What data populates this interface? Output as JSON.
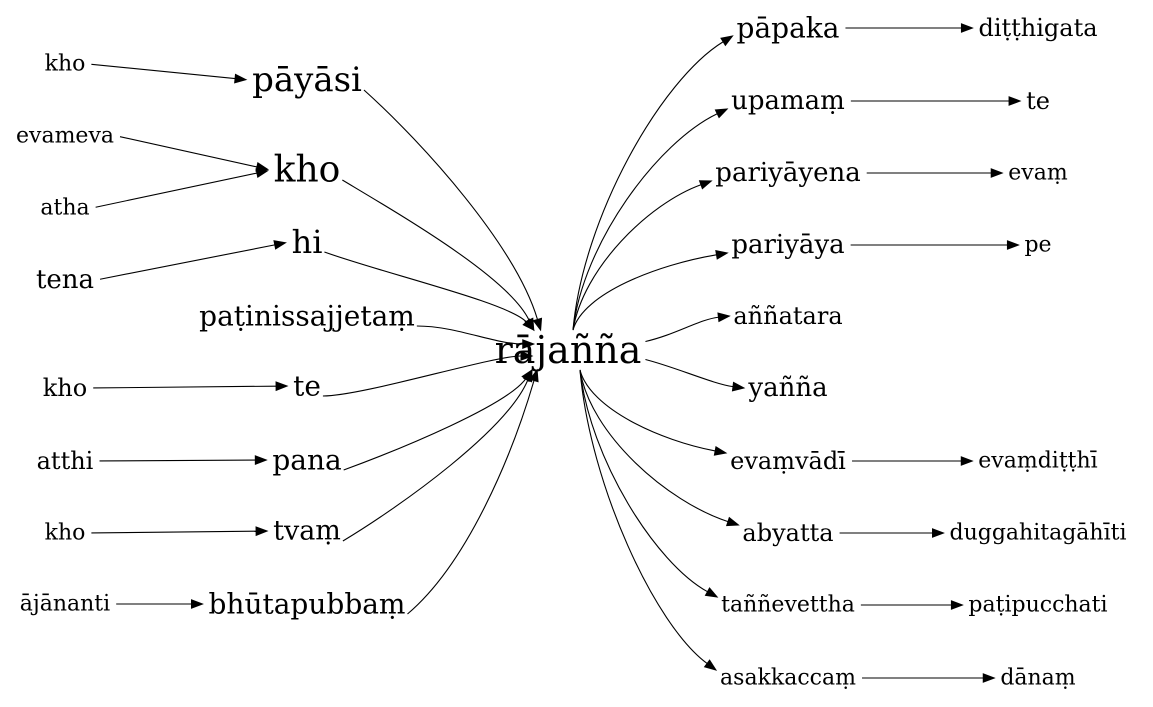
{
  "center": "rājañña",
  "incoming": [
    {
      "id": "payasi",
      "label": "pāyāsi"
    },
    {
      "id": "kho_big",
      "label": "kho"
    },
    {
      "id": "hi",
      "label": "hi"
    },
    {
      "id": "patinissajjetam",
      "label": "paṭinissajjetaṃ"
    },
    {
      "id": "te_left",
      "label": "te"
    },
    {
      "id": "pana",
      "label": "pana"
    },
    {
      "id": "tvam",
      "label": "tvaṃ"
    },
    {
      "id": "bhutapubbam",
      "label": "bhūtapubbaṃ"
    }
  ],
  "incoming_sources": [
    {
      "id": "kho1",
      "label": "kho",
      "target": "payasi"
    },
    {
      "id": "evameva",
      "label": "evameva",
      "target": "kho_big"
    },
    {
      "id": "atha",
      "label": "atha",
      "target": "kho_big"
    },
    {
      "id": "tena",
      "label": "tena",
      "target": "hi"
    },
    {
      "id": "kho2",
      "label": "kho",
      "target": "te_left"
    },
    {
      "id": "atthi",
      "label": "atthi",
      "target": "pana"
    },
    {
      "id": "kho3",
      "label": "kho",
      "target": "tvam"
    },
    {
      "id": "ajananti",
      "label": "ājānanti",
      "target": "bhutapubbam"
    }
  ],
  "outgoing": [
    {
      "id": "papaka",
      "label": "pāpaka"
    },
    {
      "id": "upamam",
      "label": "upamaṃ"
    },
    {
      "id": "pariyayena",
      "label": "pariyāyena"
    },
    {
      "id": "pariyaya",
      "label": "pariyāya"
    },
    {
      "id": "annatara",
      "label": "aññatara"
    },
    {
      "id": "yanna",
      "label": "yañña"
    },
    {
      "id": "evamvadi",
      "label": "evaṃvādī"
    },
    {
      "id": "abyatta",
      "label": "abyatta"
    },
    {
      "id": "tannevettha",
      "label": "taññevettha"
    },
    {
      "id": "asakkaccam",
      "label": "asakkaccaṃ"
    }
  ],
  "outgoing_targets": [
    {
      "id": "ditthigata",
      "label": "diṭṭhigata",
      "source": "papaka"
    },
    {
      "id": "te_right",
      "label": "te",
      "source": "upamam"
    },
    {
      "id": "evam",
      "label": "evaṃ",
      "source": "pariyayena"
    },
    {
      "id": "pe",
      "label": "pe",
      "source": "pariyaya"
    },
    {
      "id": "evamditthi",
      "label": "evaṃdiṭṭhī",
      "source": "evamvadi"
    },
    {
      "id": "duggahitagahiti",
      "label": "duggahitagāhīti",
      "source": "abyatta"
    },
    {
      "id": "patipucchati",
      "label": "paṭipucchati",
      "source": "tannevettha"
    },
    {
      "id": "danam",
      "label": "dānaṃ",
      "source": "asakkaccam"
    }
  ]
}
